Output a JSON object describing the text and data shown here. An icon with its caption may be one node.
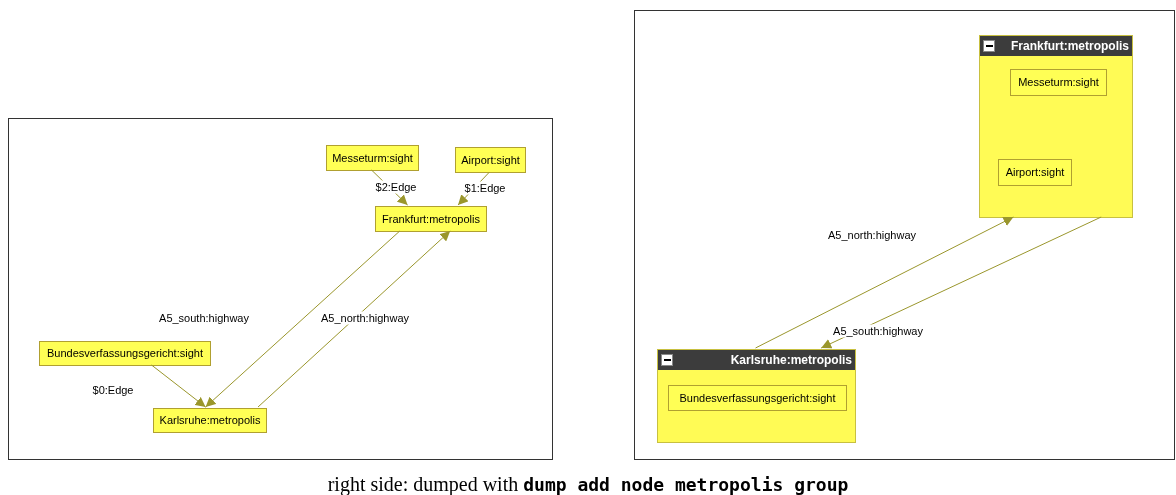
{
  "diagram": {
    "caption": "right side: dumped with **dump add node metropolis group**",
    "nodes": [
      {
        "text": [],
        "shape": "box"
      },
      {
        "text": [
          "Messeturm:sight"
        ],
        "in": 0
      },
      {
        "text": [
          "Airport:sight"
        ],
        "in": 0
      },
      {
        "text": [
          "Frankfurt:metropolis"
        ],
        "in": 0
      },
      {
        "text": [
          "Bundesverfassungsgericht:sight"
        ],
        "in": 0
      },
      {
        "text": [
          "Karlsruhe:metropolis"
        ],
        "in": 0
      },
      {
        "text": [],
        "shape": "box"
      },
      {
        "text": [
          "Frankfurt:metropolis"
        ],
        "in": 6
      },
      {
        "text": [
          "Messeturm:sight"
        ],
        "in": 7
      },
      {
        "text": [
          "Airport:sight"
        ],
        "in": 7
      },
      {
        "text": [
          "Karlsruhe:metropolis"
        ],
        "in": 6
      },
      {
        "text": [
          "Bundesverfassungsgericht:sight"
        ],
        "in": 10
      }
    ],
    "edges": [
      {
        "from": 1,
        "to": 3,
        "arrow": "to",
        "label": "$2:Edge"
      },
      {
        "from": 2,
        "to": 3,
        "arrow": "to",
        "label": "$1:Edge"
      },
      {
        "from": 3,
        "to": 5,
        "arrow": "to",
        "label": "A5_south:highway"
      },
      {
        "from": 5,
        "to": 3,
        "arrow": "to",
        "label": "A5_north:highway"
      },
      {
        "from": 4,
        "to": 5,
        "arrow": "to",
        "label": "$0:Edge"
      },
      {
        "from": 10,
        "to": 7,
        "arrow": "to",
        "label": "A5_north:highway"
      },
      {
        "from": 7,
        "to": 10,
        "arrow": "to",
        "label": "A5_south:highway"
      }
    ]
  }
}
